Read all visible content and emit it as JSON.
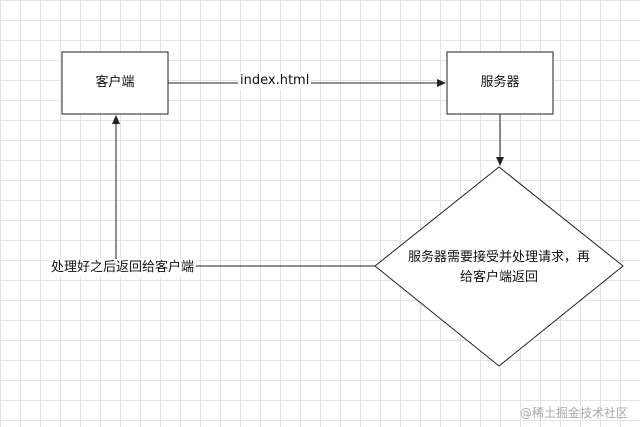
{
  "diagram": {
    "client_label": "客户端",
    "server_label": "服务器",
    "decision_label": "服务器需要接受并处理请求，再给客户端返回",
    "edge_request_label": "index.html",
    "edge_return_label": "处理好之后返回给客户端"
  },
  "watermark": {
    "text": "@稀土掘金技术社区"
  },
  "colors": {
    "grid_line": "#e3e3e3",
    "stroke": "#222222",
    "background": "#ffffff",
    "watermark": "#a8a8a8"
  }
}
